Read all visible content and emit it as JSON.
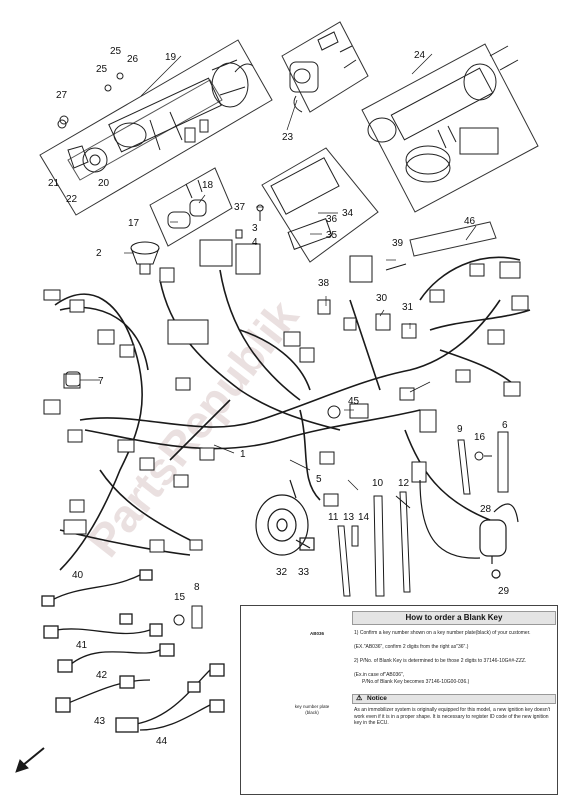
{
  "watermark": "PartsRepublik",
  "callouts": {
    "c1": "1",
    "c2": "2",
    "c3": "3",
    "c4": "4",
    "c5": "5",
    "c6": "6",
    "c7": "7",
    "c8": "8",
    "c9": "9",
    "c10": "10",
    "c11": "11",
    "c12": "12",
    "c13": "13",
    "c14": "14",
    "c15": "15",
    "c16": "16",
    "c17": "17",
    "c18": "18",
    "c19": "19",
    "c20": "20",
    "c21": "21",
    "c22": "22",
    "c23": "23",
    "c24": "24",
    "c25a": "25",
    "c25b": "25",
    "c26": "26",
    "c27": "27",
    "c28": "28",
    "c29": "29",
    "c30": "30",
    "c31": "31",
    "c32": "32",
    "c33": "33",
    "c34": "34",
    "c35": "35",
    "c36": "36",
    "c37": "37",
    "c38": "38",
    "c39": "39",
    "c40": "40",
    "c41": "41",
    "c42": "42",
    "c43": "43",
    "c44": "44",
    "c45": "45",
    "c46": "46"
  },
  "blank_key": {
    "title": "How to order a Blank Key",
    "key_tag": "AB036",
    "step1": "1) Confirm a key number shown on a key number plate(black) of your customer.",
    "step1_ex": "(EX.\"AB036\", confirm 2 digits from the right as\"36\".)",
    "step2": "2) P/No. of Blank Key is determined to be those 2 digits to 37146-10G##-ZZZ.",
    "step2_ex": "(Ex.in case of\"AB036\",",
    "step2_ex2": "P/No.of Blank Key becomes 37146-10G00-036.)",
    "key_plate_label": "key number plate (black)",
    "note_title": "Notice",
    "note_text": "As an immobilizer system is originally equipped for this model, a new ignition key doesn't work even if it is in a proper shape. It is necessary to register ID code of the new ignition key in the ECU."
  },
  "colors": {
    "line": "#1a1a1a",
    "frame": "#333333",
    "watermark": "#d9c8c8"
  },
  "icons": {
    "direction": "arrow-down-left-icon"
  }
}
